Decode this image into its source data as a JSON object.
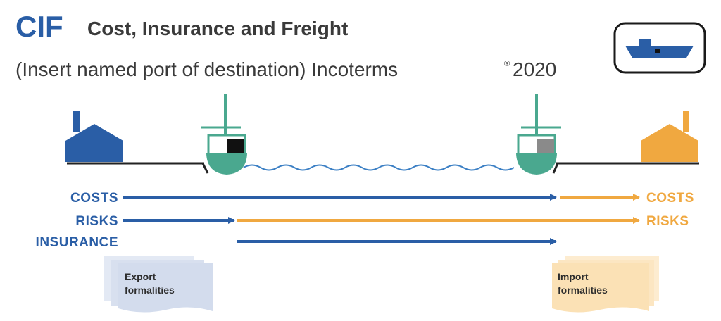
{
  "header": {
    "term": "CIF",
    "full_name": "Cost, Insurance and Freight",
    "subtitle": "(Insert named port of destination) Incoterms",
    "registered_mark": "®",
    "year": "2020"
  },
  "transport_icon": "ship-icon",
  "rows": {
    "costs_left": "COSTS",
    "costs_right": "COSTS",
    "risks_left": "RISKS",
    "risks_right": "RISKS",
    "insurance": "INSURANCE"
  },
  "documents": {
    "export_line1": "Export",
    "export_line2": "formalities",
    "import_line1": "Import",
    "import_line2": "formalities"
  },
  "colors": {
    "seller_blue": "#2a5ea6",
    "buyer_orange": "#f0a840",
    "ship_green": "#4aa88f",
    "ink": "#3a3a3a",
    "export_doc": "#d3dced",
    "import_doc": "#fbe1b5"
  }
}
